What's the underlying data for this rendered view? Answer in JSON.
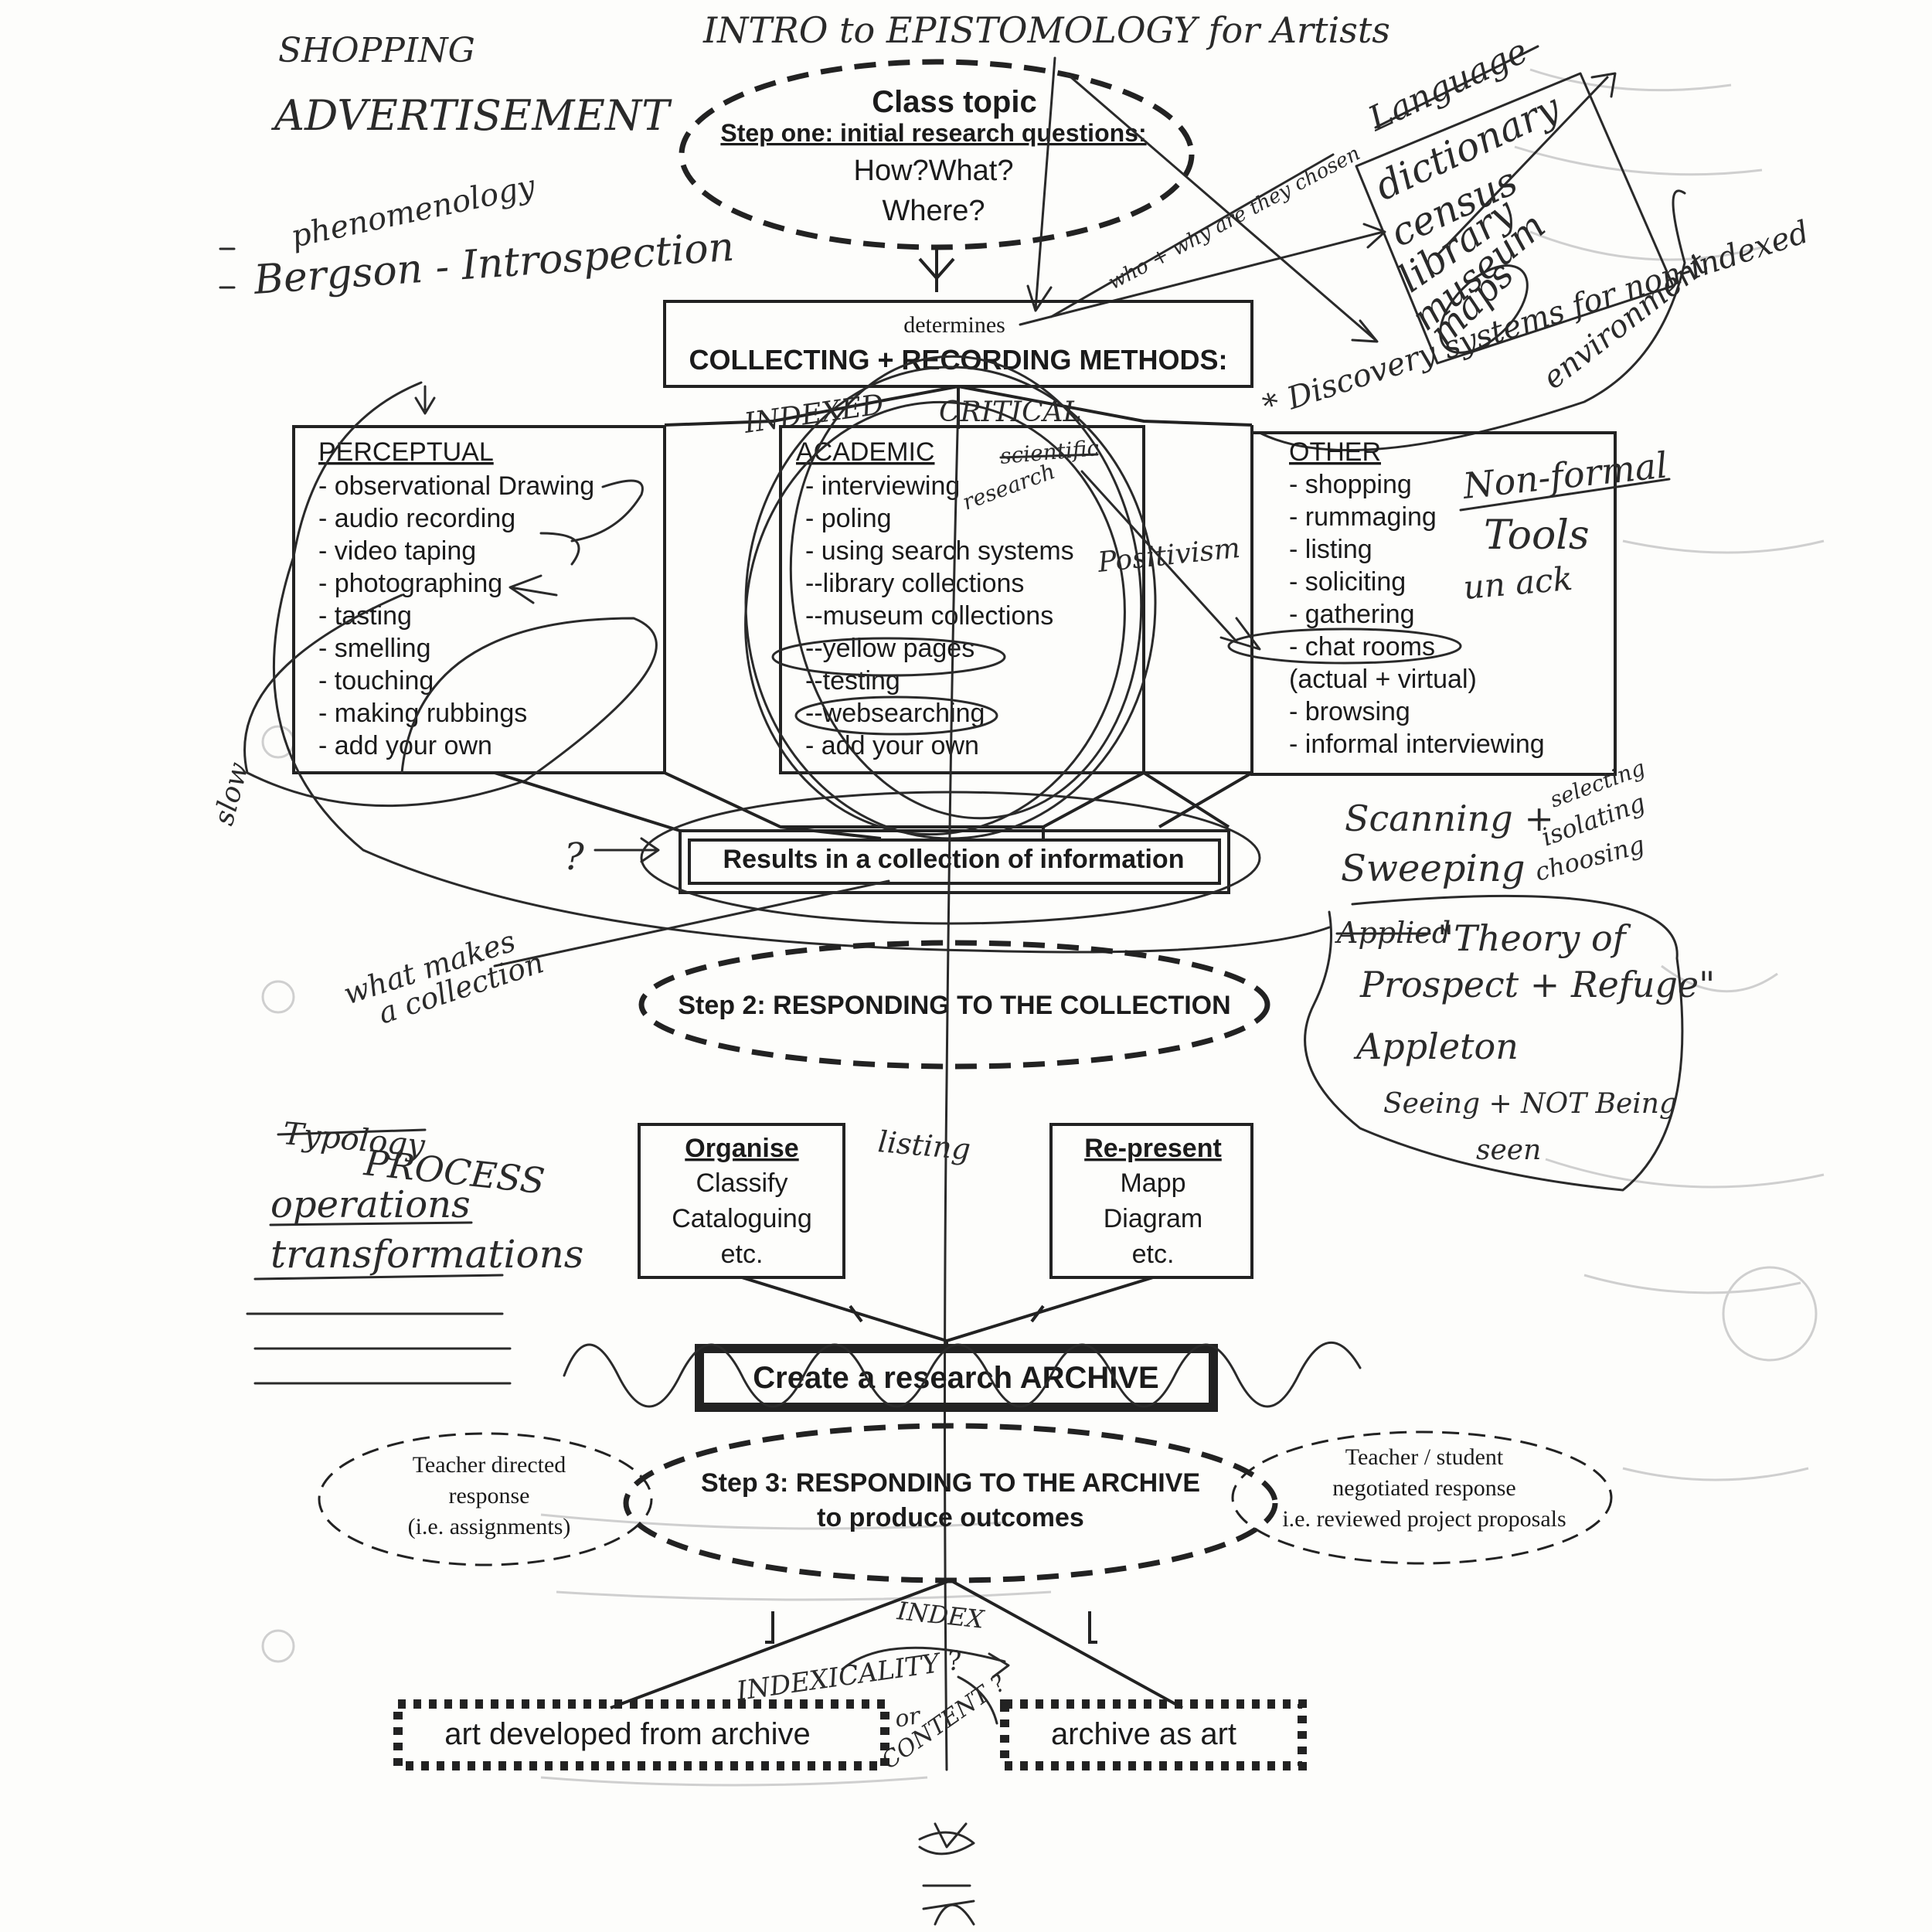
{
  "title": "INTRO to EPISTOMOLOGY for Artists",
  "margin_top_left": [
    "SHOPPING",
    "ADVERTISEMENT"
  ],
  "margin_left": [
    "phenomenology",
    "Bergson - Introspection"
  ],
  "class_topic": {
    "heading": "Class topic",
    "step": "Step one: initial research questions:",
    "q1": "How?What?",
    "q2": "Where?"
  },
  "who_why": "who + why are they chosen",
  "language_box": [
    "Language",
    "dictionary",
    "census",
    "library",
    "museum",
    "maps"
  ],
  "discovery_note": [
    "* Discovery systems for non-indexed",
    "environment"
  ],
  "methods_box": {
    "small": "determines",
    "label": "COLLECTING + RECORDING METHODS:"
  },
  "indexed": "INDEXED",
  "critical": "CRITICAL",
  "perceptual": {
    "heading": "PERCEPTUAL",
    "items": [
      "- observational Drawing",
      "- audio recording",
      "- video taping",
      "- photographing",
      "- tasting",
      "- smelling",
      "- touching",
      "- making rubbings",
      "- add your own"
    ]
  },
  "academic": {
    "heading": "ACADEMIC",
    "items": [
      "- interviewing",
      "- poling",
      "- using search systems",
      "--library collections",
      "--museum collections",
      "--yellow pages",
      "--testing",
      "--websearching",
      "- add your own"
    ]
  },
  "academic_notes": [
    "scientific",
    "research",
    "Positivism"
  ],
  "other": {
    "heading": "OTHER",
    "items": [
      "- shopping",
      "- rummaging",
      "- listing",
      "- soliciting",
      "- gathering",
      "- chat rooms",
      "(actual + virtual)",
      "- browsing",
      "- informal interviewing"
    ]
  },
  "other_notes": [
    "Non-formal",
    "Tools",
    "un ack"
  ],
  "slow": "slow",
  "question_mark": "?",
  "results": "Results in a collection of information",
  "scanning_notes": [
    "Scanning +",
    "Sweeping",
    "selecting",
    "isolating",
    "choosing"
  ],
  "theory_notes": [
    "Applied",
    "\"Theory of",
    "Prospect + Refuge\"",
    "Appleton",
    "Seeing + NOT Being",
    "seen"
  ],
  "what_makes": [
    "what makes",
    "a collection"
  ],
  "step2": "Step 2: RESPONDING TO THE COLLECTION",
  "typology_notes": [
    "Typology",
    "PROCESS",
    "operations",
    "transformations"
  ],
  "listing_note": "listing",
  "organise": {
    "heading": "Organise",
    "l1": "Classify",
    "l2": "Cataloguing",
    "l3": "etc."
  },
  "represent": {
    "heading": "Re-present",
    "l1": "Mapp",
    "l2": "Diagram",
    "l3": "etc."
  },
  "archive": "Create a research ARCHIVE",
  "teacher_directed": [
    "Teacher directed",
    "response",
    "(i.e. assignments)"
  ],
  "step3": [
    "Step 3: RESPONDING TO THE ARCHIVE",
    "to produce outcomes"
  ],
  "teacher_student": [
    "Teacher / student",
    "negotiated response",
    "i.e. reviewed project proposals"
  ],
  "index_note": "INDEX",
  "indexicality_note": [
    "INDEXICALITY ?",
    "or",
    "CONTENT ?"
  ],
  "art_from_archive": "art developed from archive",
  "archive_as_art": "archive as art"
}
